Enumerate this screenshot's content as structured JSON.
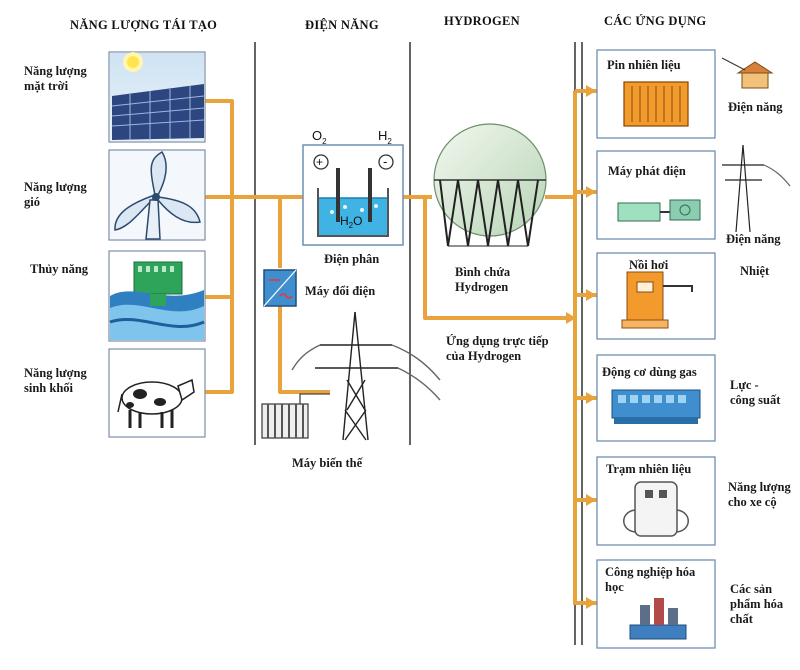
{
  "headers": {
    "renewable": "NĂNG LƯỢNG TÁI TẠO",
    "electricity": "ĐIỆN NĂNG",
    "hydrogen": "HYDROGEN",
    "applications": "CÁC ỨNG DỤNG"
  },
  "sources": [
    {
      "label": "Năng lượng mặt trời",
      "icon": "solar-panel-icon"
    },
    {
      "label": "Năng lượng gió",
      "icon": "wind-turbine-icon"
    },
    {
      "label": "Thủy năng",
      "icon": "hydro-dam-icon"
    },
    {
      "label": "Năng lượng sinh khối",
      "icon": "cow-biomass-icon"
    }
  ],
  "electricity": {
    "electrolysis": "Điện phân",
    "o2": "O",
    "h2": "H",
    "water": "H",
    "water_o": "O",
    "sub2": "2",
    "plus": "+",
    "minus": "-",
    "converter": "Máy đổi điện",
    "transformer": "Máy biến thế"
  },
  "hydrogen": {
    "tank": "Bình chứa Hydrogen",
    "direct": "Ứng dụng trực tiếp của Hydrogen"
  },
  "applications": [
    {
      "label": "Pin nhiên liệu",
      "result": "Điện năng",
      "icon": "fuel-cell-icon"
    },
    {
      "label": "Máy phát điện",
      "result": "Điện năng",
      "icon": "generator-icon"
    },
    {
      "label": "Nồi hơi",
      "result": "Nhiệt",
      "icon": "boiler-icon"
    },
    {
      "label": "Động cơ dùng gas",
      "result": "Lực - công suất",
      "icon": "gas-engine-icon"
    },
    {
      "label": "Trạm nhiên liệu",
      "result": "Năng lượng cho xe cộ",
      "icon": "fuel-station-icon"
    },
    {
      "label": "Công nghiệp hóa học",
      "result": "Các sản phẩm hóa chất",
      "icon": "chemical-plant-icon"
    }
  ],
  "colors": {
    "flow": "#e8a33c",
    "accent_water": "#3fb4e4",
    "box_border": "#6f8fb0"
  }
}
